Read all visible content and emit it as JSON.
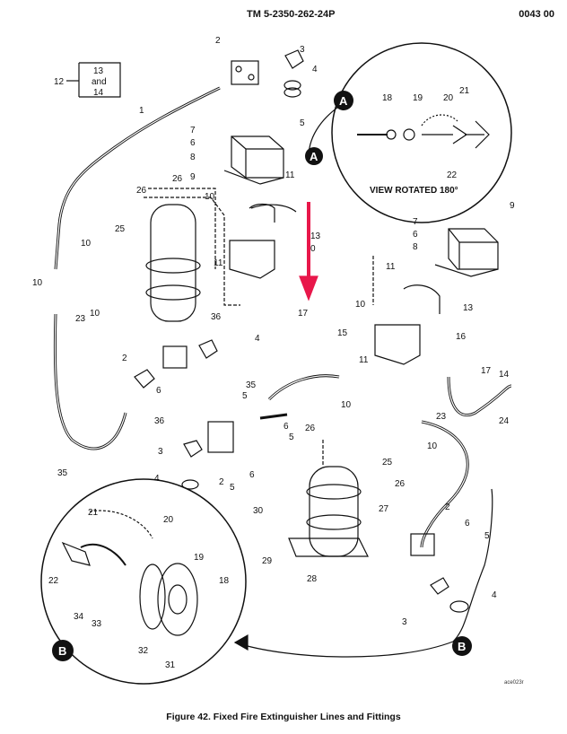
{
  "header": {
    "doc_id": "TM 5-2350-262-24P",
    "page_number": "0043 00"
  },
  "ref_box": {
    "lead": "12",
    "line1": "13",
    "line2": "and",
    "line3": "14"
  },
  "details": {
    "a": {
      "letter": "A",
      "view_label": "VIEW ROTATED 180°"
    },
    "b": {
      "letter": "B"
    }
  },
  "callouts": {
    "c1": "1",
    "c2a": "2",
    "c3a": "3",
    "c4a": "4",
    "c5a": "5",
    "c7a": "7",
    "c6a": "6",
    "c8a": "8",
    "c9a": "9",
    "c26a": "26",
    "c26b": "26",
    "c10a": "10",
    "c11a": "11",
    "c13a": "13",
    "c10b": "10",
    "c25a": "25",
    "c10c": "10",
    "c10d": "10",
    "c23a": "23",
    "c11b": "11",
    "c17a": "17",
    "c36a": "36",
    "c4b": "4",
    "c2b": "2",
    "c6b": "6",
    "c5b": "5",
    "c36b": "36",
    "c35a": "35",
    "c35b": "35",
    "c7b": "7",
    "c6c": "6",
    "c8b": "8",
    "c9b": "9",
    "c11c": "11",
    "c10e": "10",
    "c13b": "13",
    "c15": "15",
    "c16": "16",
    "c11d": "11",
    "c17b": "17",
    "c14": "14",
    "c24": "24",
    "c10f": "10",
    "c23b": "23",
    "c10g": "10",
    "c6d": "6",
    "c5c": "5",
    "c26c": "26",
    "c25b": "25",
    "c26d": "26",
    "c27": "27",
    "c3b": "3",
    "c2c": "2",
    "c6e": "6",
    "c5d": "5",
    "c4c": "4",
    "c30": "30",
    "c29": "29",
    "c28": "28",
    "c2d": "2",
    "c6f": "6",
    "c5e": "5",
    "c4d": "4",
    "c3c": "3",
    "c18a": "18",
    "c19a": "19",
    "c20a": "20",
    "c21a": "21",
    "c22a": "22",
    "c21b": "21",
    "c20b": "20",
    "c22b": "22",
    "c19b": "19",
    "c18b": "18",
    "c34": "34",
    "c33": "33",
    "c32": "32",
    "c31": "31",
    "c0": "0"
  },
  "art_number": "ace023r",
  "caption": "Figure 42.  Fixed Fire Extinguisher Lines and Fittings",
  "colors": {
    "arrow": "#e8174a",
    "ink": "#111111"
  }
}
